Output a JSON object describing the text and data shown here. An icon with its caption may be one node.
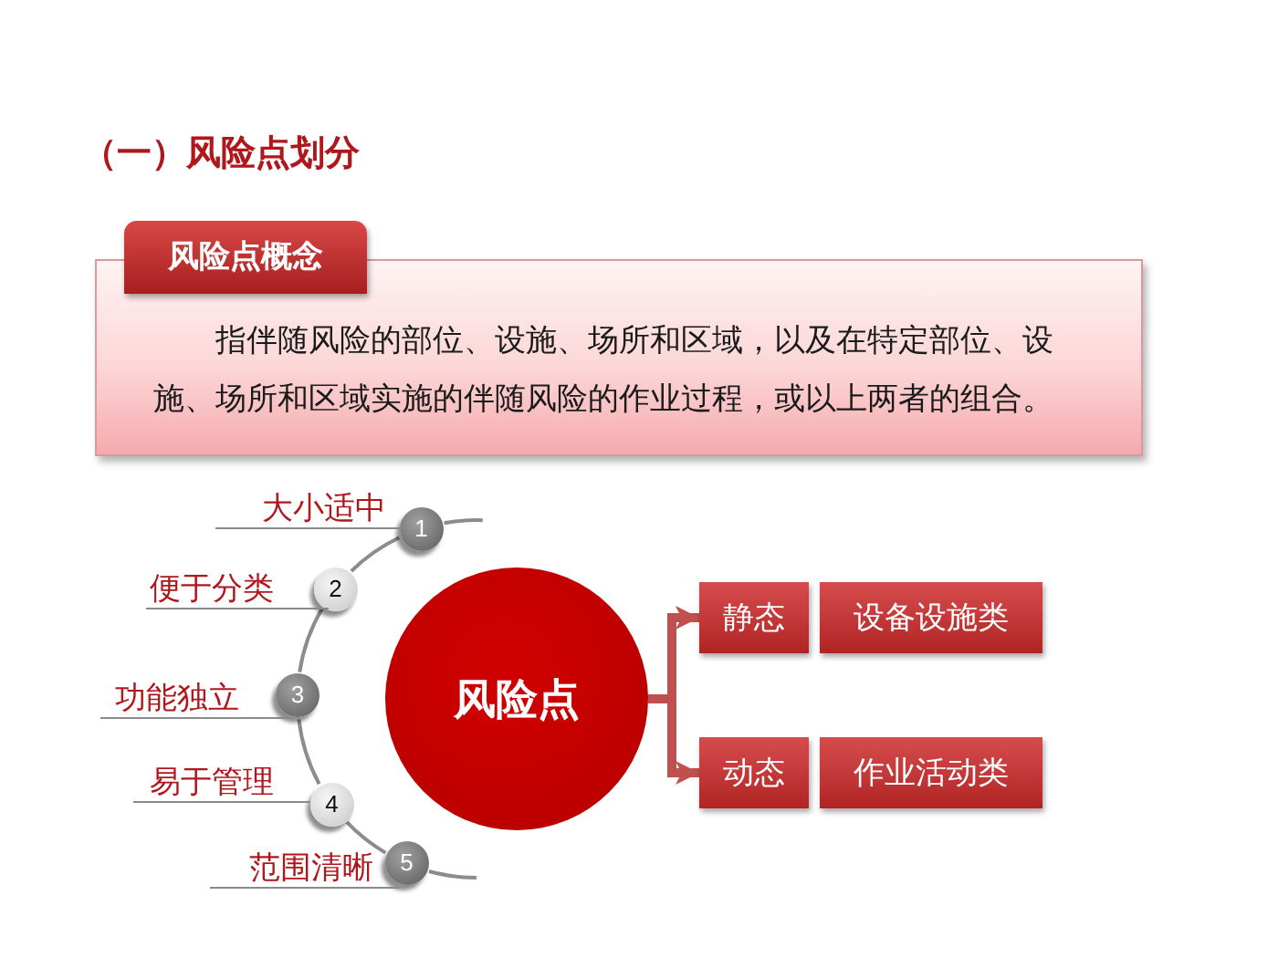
{
  "diagram": {
    "title": "（一）风险点划分",
    "nodes": [
      {
        "text": [
          "风险点概念",
          "指伴随风险的部位、设施、场所和区域，以及在特定部位、设施、场所和区域实施的伴随风险的作业过程，或以上两者的组合。"
        ]
      },
      {
        "text": [
          "1"
        ],
        "beside": [
          "大小适中"
        ]
      },
      {
        "text": [
          "2"
        ],
        "beside": [
          "便于分类"
        ]
      },
      {
        "text": [
          "3"
        ],
        "beside": [
          "功能独立"
        ]
      },
      {
        "text": [
          "4"
        ],
        "beside": [
          "易于管理"
        ]
      },
      {
        "text": [
          "5"
        ],
        "beside": [
          "范围清晰"
        ]
      },
      {
        "text": [
          "风险点"
        ]
      },
      {
        "text": [
          "静态"
        ]
      },
      {
        "text": [
          "设备设施类"
        ]
      },
      {
        "text": [
          "动态"
        ]
      },
      {
        "text": [
          "作业活动类"
        ]
      }
    ],
    "edges": [
      {
        "from": 1,
        "to": null,
        "arrow": "none"
      },
      {
        "from": 1,
        "to": 2,
        "arrow": "none"
      },
      {
        "from": 2,
        "to": 3,
        "arrow": "none"
      },
      {
        "from": 3,
        "to": 4,
        "arrow": "none"
      },
      {
        "from": 4,
        "to": 5,
        "arrow": "none"
      },
      {
        "from": 5,
        "to": null,
        "arrow": "none"
      },
      {
        "from": 6,
        "to": 7,
        "arrow": "to",
        "style": "thick",
        "color": "#c0504d"
      },
      {
        "from": 6,
        "to": 9,
        "arrow": "to",
        "style": "thick",
        "color": "#c0504d"
      }
    ]
  }
}
